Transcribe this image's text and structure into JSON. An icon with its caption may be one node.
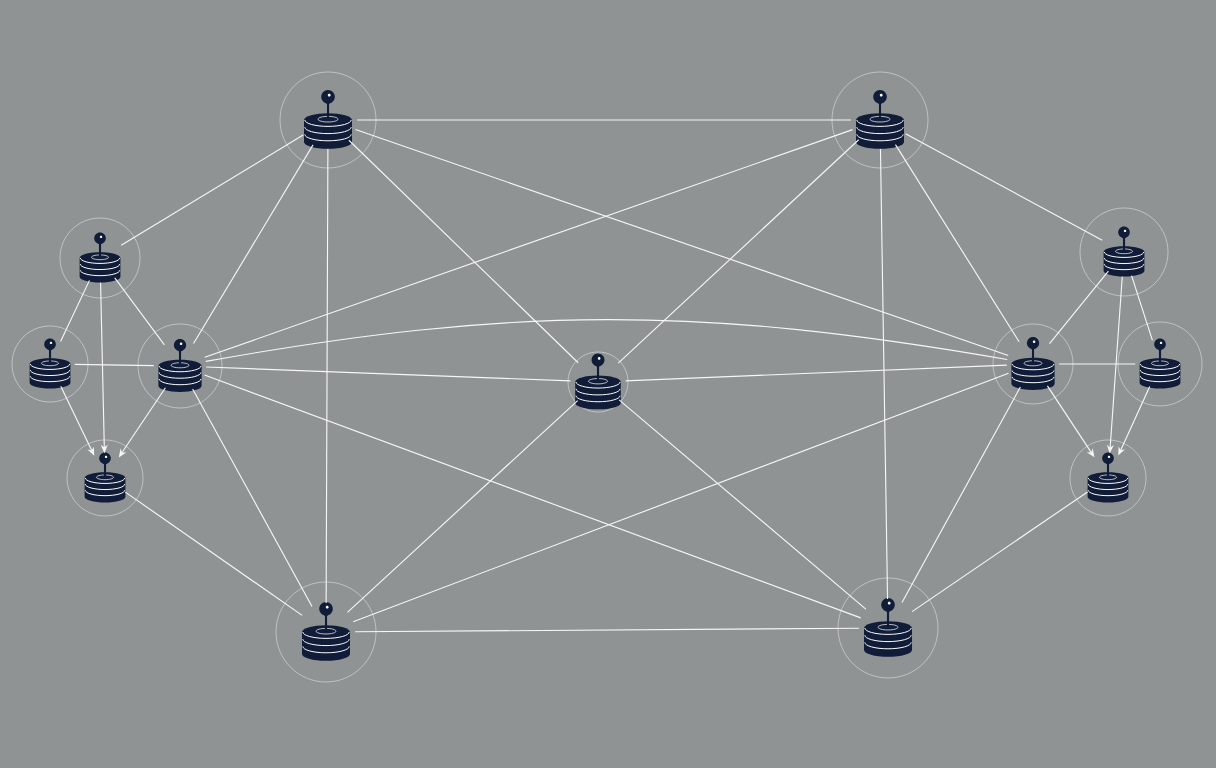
{
  "diagram": {
    "nodes": [
      {
        "text": [],
        "shape": "cylinder"
      },
      {
        "text": [],
        "shape": "cylinder"
      },
      {
        "text": [],
        "shape": "cylinder"
      },
      {
        "text": [],
        "shape": "cylinder"
      },
      {
        "text": [],
        "shape": "cylinder"
      },
      {
        "text": [],
        "shape": "cylinder"
      },
      {
        "text": [],
        "shape": "cylinder"
      },
      {
        "text": [],
        "shape": "cylinder"
      },
      {
        "text": [],
        "shape": "cylinder"
      },
      {
        "text": [],
        "shape": "cylinder"
      },
      {
        "text": [],
        "shape": "cylinder"
      },
      {
        "text": [],
        "shape": "cylinder"
      },
      {
        "text": [],
        "shape": "cylinder"
      }
    ],
    "edges": [
      {
        "from": 0,
        "to": 1,
        "arrow": "none"
      },
      {
        "from": 0,
        "to": 2,
        "arrow": "none"
      },
      {
        "from": 1,
        "to": 3,
        "arrow": "none"
      },
      {
        "from": 0,
        "to": 11,
        "arrow": "none"
      },
      {
        "from": 1,
        "to": 12,
        "arrow": "none"
      },
      {
        "from": 0,
        "to": 5,
        "arrow": "none"
      },
      {
        "from": 0,
        "to": 6,
        "arrow": "none"
      },
      {
        "from": 0,
        "to": 7,
        "arrow": "none"
      },
      {
        "from": 1,
        "to": 5,
        "arrow": "none"
      },
      {
        "from": 1,
        "to": 6,
        "arrow": "none"
      },
      {
        "from": 1,
        "to": 7,
        "arrow": "none"
      },
      {
        "from": 2,
        "to": 4,
        "arrow": "none"
      },
      {
        "from": 2,
        "to": 5,
        "arrow": "none"
      },
      {
        "from": 2,
        "to": 9,
        "arrow": "to"
      },
      {
        "from": 3,
        "to": 7,
        "arrow": "none"
      },
      {
        "from": 3,
        "to": 8,
        "arrow": "none"
      },
      {
        "from": 3,
        "to": 10,
        "arrow": "to"
      },
      {
        "from": 4,
        "to": 5,
        "arrow": "none"
      },
      {
        "from": 4,
        "to": 9,
        "arrow": "to"
      },
      {
        "from": 5,
        "to": 9,
        "arrow": "to"
      },
      {
        "from": 5,
        "to": 6,
        "arrow": "none"
      },
      {
        "from": 5,
        "to": 7,
        "arrow": "none"
      },
      {
        "from": 6,
        "to": 7,
        "arrow": "none"
      },
      {
        "from": 7,
        "to": 8,
        "arrow": "none"
      },
      {
        "from": 7,
        "to": 10,
        "arrow": "to"
      },
      {
        "from": 8,
        "to": 10,
        "arrow": "to"
      },
      {
        "from": 5,
        "to": 11,
        "arrow": "none"
      },
      {
        "from": 5,
        "to": 12,
        "arrow": "none"
      },
      {
        "from": 6,
        "to": 11,
        "arrow": "none"
      },
      {
        "from": 6,
        "to": 12,
        "arrow": "none"
      },
      {
        "from": 7,
        "to": 11,
        "arrow": "none"
      },
      {
        "from": 7,
        "to": 12,
        "arrow": "none"
      },
      {
        "from": 9,
        "to": 11,
        "arrow": "none"
      },
      {
        "from": 10,
        "to": 12,
        "arrow": "none"
      },
      {
        "from": 11,
        "to": 12,
        "arrow": "none"
      }
    ]
  }
}
